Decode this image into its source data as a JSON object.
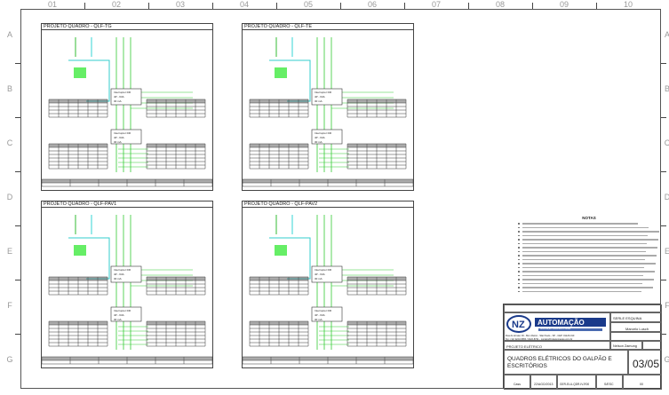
{
  "columns": [
    "01",
    "02",
    "03",
    "04",
    "05",
    "06",
    "07",
    "08",
    "09",
    "10"
  ],
  "rows": [
    "A",
    "B",
    "C",
    "D",
    "E",
    "F",
    "G"
  ],
  "panels": [
    {
      "title": "PROJETO QUADRO - QLF-TG",
      "breaker": [
        "Interruptor DR",
        "4P - 63A",
        "30 mA"
      ]
    },
    {
      "title": "PROJETO QUADRO - QLF-TE",
      "breaker": [
        "Interruptor DR",
        "4P - 63A",
        "30 mA"
      ]
    },
    {
      "title": "PROJETO QUADRO - QLF-PAV1",
      "breaker": [
        "Interruptor DR",
        "4P - 63A",
        "30 mA"
      ]
    },
    {
      "title": "PROJETO QUADRO - QLF-PAV2",
      "breaker": [
        "Interruptor DR",
        "4P - 63A",
        "30 mA"
      ]
    }
  ],
  "notes": {
    "title": "NOTAS",
    "count": 18
  },
  "title_block": {
    "company": "NZ AUTOMAÇÃO",
    "logo_mark": "NZ",
    "tagline": "Automação Industrial e Predial",
    "address": "Rua do Arraial, 36 - Bom Retiro - São Paulo - SP - CEP: 01126-010",
    "contact": "Tel.: (11) 3223-6565 / 3222-8721 - contato@nzautomacao.com.br",
    "client": "SERLE ESQUINA",
    "responsible": "Marcelo Lusch",
    "project_type": "PROJETO ELÉTRICO",
    "designer": "Nelson Zamung",
    "drawing_title": "QUADROS ELÉTRICOS DO GALPÃO E ESCRITÓRIOS",
    "sheet": "03/05",
    "drawn_by": "Cass",
    "date": "22/AGO/2013",
    "code": "GER-ELU-QDR-IV-R00",
    "scale": "S/ESC",
    "revision": "00"
  }
}
